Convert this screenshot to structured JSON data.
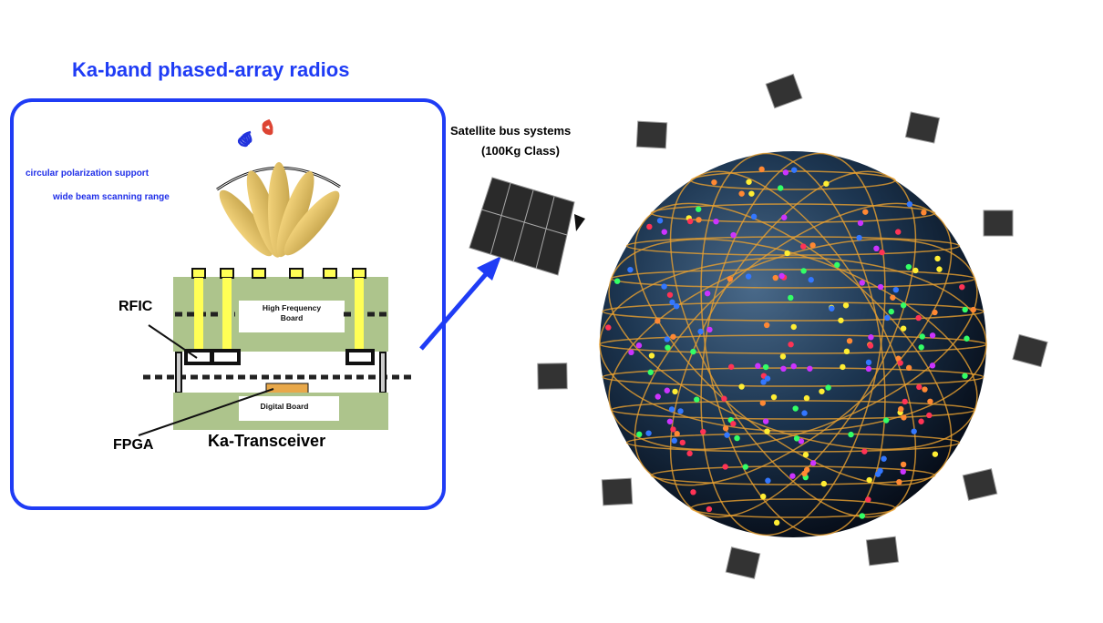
{
  "title": "Ka-band phased-array radios",
  "features": [
    "circular polarization support",
    "wide beam scanning range"
  ],
  "boards": {
    "high_frequency": [
      "High Frequency",
      "Board"
    ],
    "digital": "Digital Board"
  },
  "labels": {
    "rfic": "RFIC",
    "fpga": "FPGA",
    "transceiver": "Ka-Transceiver"
  },
  "satellite": {
    "line1": "Satellite bus systems",
    "line2": "(100Kg Class)"
  },
  "colors": {
    "accent": "#1f3cf5",
    "board": "#adc48c",
    "post": "#ffff55",
    "fpga": "#e8a84a",
    "mesh": "#e8a030"
  }
}
